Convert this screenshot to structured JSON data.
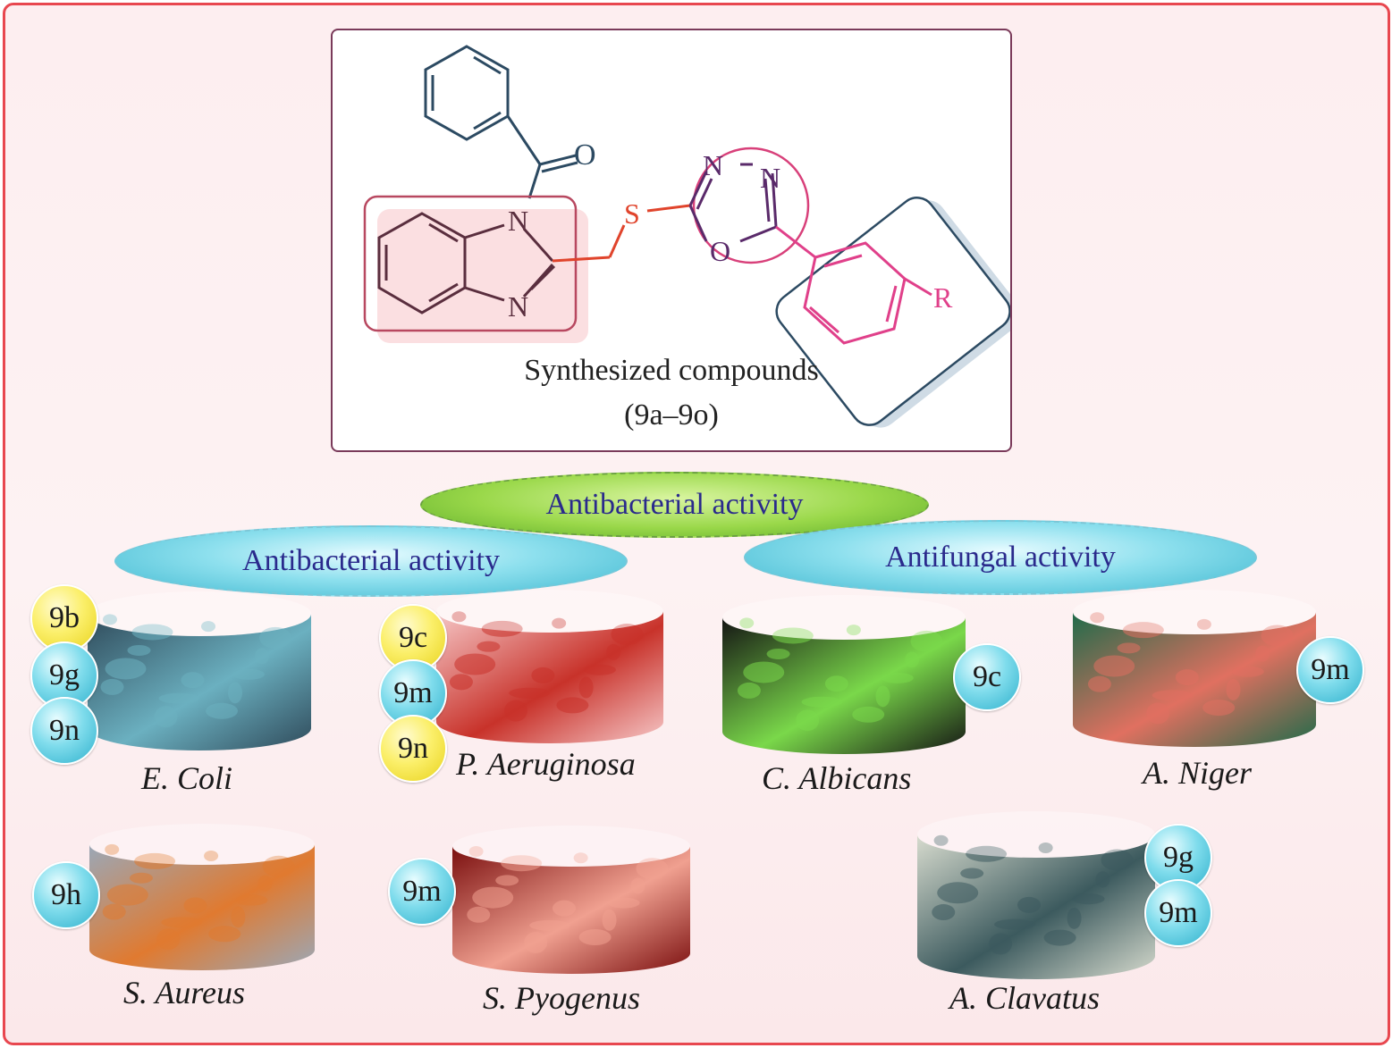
{
  "compound": {
    "atoms": {
      "o": "O",
      "n1": "N",
      "n2": "N",
      "n3": "N",
      "n4": "N",
      "s": "S",
      "o2": "O",
      "r": "R"
    },
    "caption_line1": "Synthesized compounds",
    "caption_line2": "(9a–9o)"
  },
  "top_ellipse": "Antibacterial activity",
  "left_ellipse": "Antibacterial activity",
  "right_ellipse": "Antifungal activity",
  "organisms": [
    {
      "name": "E. Coli",
      "badges": [
        "9b",
        "9g",
        "9n"
      ],
      "colors": [
        "#2f4a5a",
        "#6bb0c0"
      ]
    },
    {
      "name": "P. Aeruginosa",
      "badges": [
        "9c",
        "9m",
        "9n"
      ],
      "colors": [
        "#f6c8c8",
        "#c8322a"
      ]
    },
    {
      "name": "C. Albicans",
      "badges": [
        "9c"
      ],
      "colors": [
        "#141414",
        "#7ad84a"
      ]
    },
    {
      "name": "A. Niger",
      "badges": [
        "9m"
      ],
      "colors": [
        "#1f6b4a",
        "#e07060"
      ]
    },
    {
      "name": "S. Aureus",
      "badges": [
        "9h"
      ],
      "colors": [
        "#9aa8b8",
        "#e07a30"
      ]
    },
    {
      "name": "S. Pyogenus",
      "badges": [
        "9m"
      ],
      "colors": [
        "#7a0e0e",
        "#f0a090"
      ]
    },
    {
      "name": "A. Clavatus",
      "badges": [
        "9g",
        "9m"
      ],
      "colors": [
        "#d8dccf",
        "#3c5a5e"
      ]
    }
  ],
  "badge_colors": {
    "blue": "#5ccfe2",
    "yellow": "#f5e650"
  }
}
